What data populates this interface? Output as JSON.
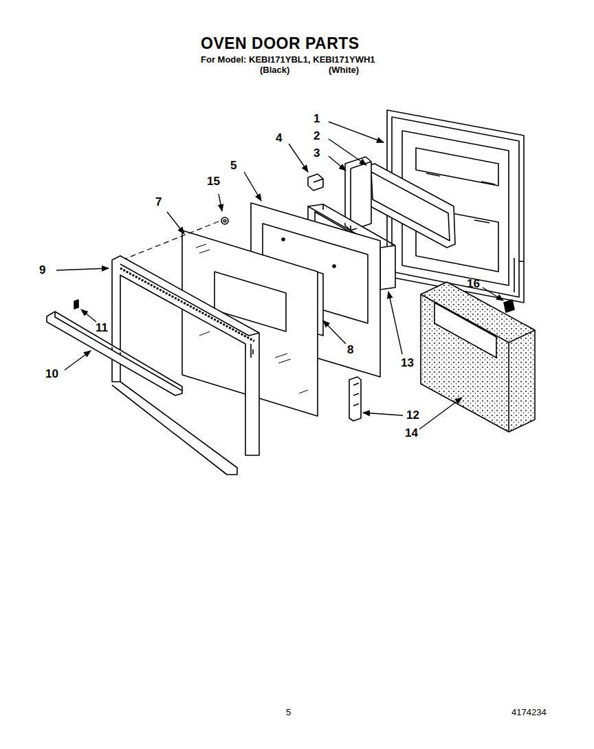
{
  "diagram": {
    "title": "OVEN DOOR PARTS",
    "labels": [
      "For Model: KEBI171YBL1, KEBI171YWH1",
      "(Black)",
      "(White)",
      "1",
      "2",
      "3",
      "4",
      "5",
      "15",
      "7",
      "9",
      "11",
      "10",
      "8",
      "13",
      "16",
      "12",
      "14",
      "5",
      "4174234"
    ]
  }
}
